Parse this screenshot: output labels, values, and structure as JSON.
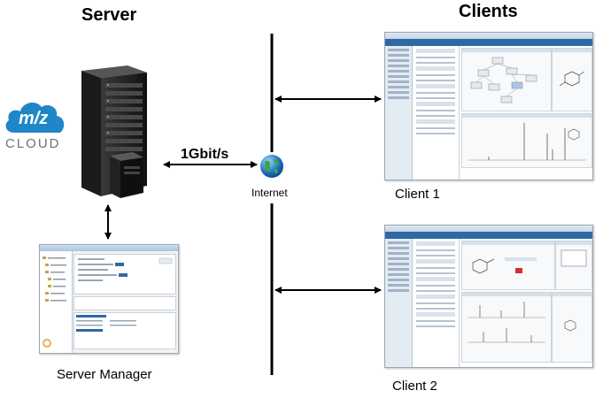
{
  "labels": {
    "server": "Server",
    "clients": "Clients",
    "bandwidth": "1Gbit/s",
    "internet": "Internet",
    "server_manager": "Server Manager",
    "client1": "Client 1",
    "client2": "Client 2"
  },
  "logo": {
    "mark": "m/z",
    "word": "CLOUD"
  },
  "colors": {
    "cloud_blue": "#1f86c8",
    "line": "#000000",
    "app_bar": "#2d6aa5"
  },
  "icons": {
    "server": "server-tower-icon",
    "internet": "globe-icon",
    "logo": "mz-cloud-logo"
  }
}
